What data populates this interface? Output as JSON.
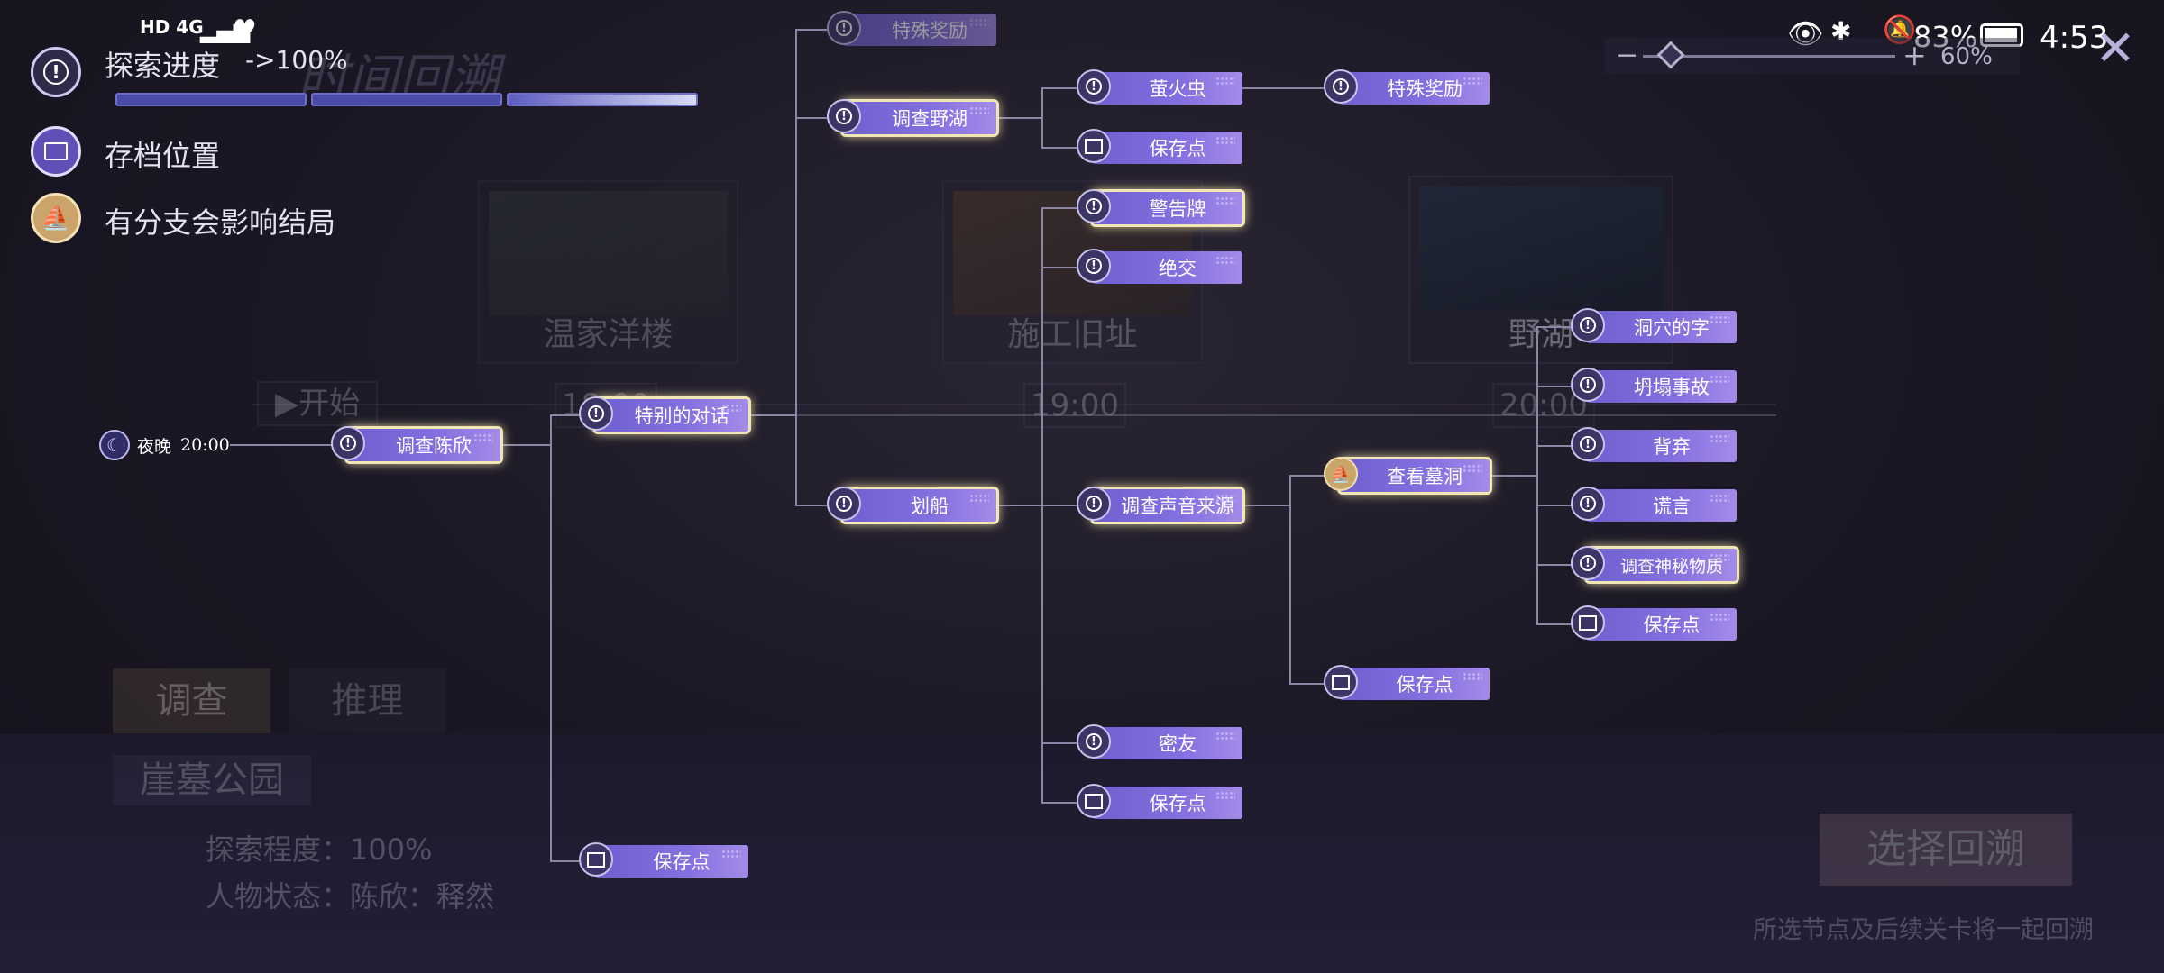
{
  "status_bar": {
    "network": "HD 4G",
    "battery": "83%",
    "time": "4:53"
  },
  "legend": {
    "progress_label": "探索进度",
    "progress_value": "->100%",
    "save_label": "存档位置",
    "branch_label": "有分支会影响结局"
  },
  "zoom": {
    "value": "60%",
    "minus": "−",
    "plus": "+"
  },
  "background": {
    "title": "时间回溯",
    "scenes": [
      "温家洋楼",
      "施工旧址",
      "野湖"
    ],
    "start_label": "开始",
    "times": [
      "18:00",
      "19:00",
      "20:00"
    ],
    "tabs": [
      "调查",
      "推理"
    ],
    "location": "崖墓公园",
    "explore_degree": "探索程度：100%",
    "character_state": "人物状态：陈欣：释然",
    "confirm_button": "选择回溯",
    "confirm_hint": "所选节点及后续关卡将一起回溯"
  },
  "root": {
    "label": "夜晚",
    "time": "20:00"
  },
  "nodes": {
    "n1": "调查陈欣",
    "n2": "特别的对话",
    "n3": "保存点",
    "n4": "特殊奖励",
    "n5": "调查野湖",
    "n6": "划船",
    "n7": "萤火虫",
    "n8": "特殊奖励",
    "n9": "保存点",
    "n10": "警告牌",
    "n11": "绝交",
    "n12": "调查声音来源",
    "n13": "密友",
    "n14": "保存点",
    "n15": "查看墓洞",
    "n16": "保存点",
    "n17": "洞穴的字",
    "n18": "坍塌事故",
    "n19": "背弃",
    "n20": "谎言",
    "n21": "调查神秘物质",
    "n22": "保存点"
  }
}
